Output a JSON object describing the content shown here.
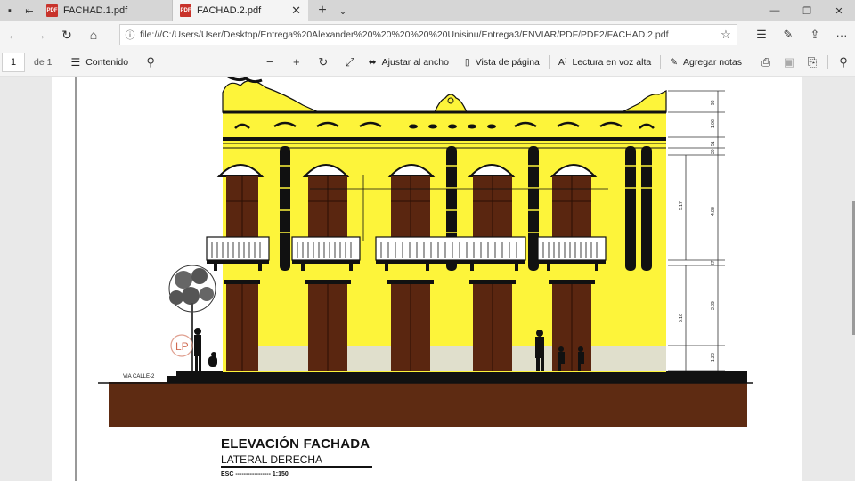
{
  "tabs": [
    {
      "title": "FACHAD.1.pdf",
      "active": false
    },
    {
      "title": "FACHAD.2.pdf",
      "active": true
    }
  ],
  "address": {
    "url": "file:///C:/Users/User/Desktop/Entrega%20Alexander%20%20%20%20%20Unisinu/Entrega3/ENVIAR/PDF/PDF2/FACHAD.2.pdf"
  },
  "pdf_toolbar": {
    "page_current": "1",
    "page_total": "de 1",
    "contents_label": "Contenido",
    "fit_width_label": "Ajustar al ancho",
    "page_view_label": "Vista de página",
    "read_aloud_label": "Lectura en voz alta",
    "add_notes_label": "Agregar notas"
  },
  "document": {
    "title": "ELEVACIÓN FACHADA",
    "subtitle": "LATERAL DERECHA",
    "scale": "ESC ----------------- 1:150",
    "street_label": "VIA CALLE-2",
    "logo": "LP",
    "dimensions_right": [
      "96",
      "1.06",
      "51",
      "30",
      "5.17",
      "4.88",
      "27",
      "5.10",
      "3.89",
      "1.23"
    ]
  },
  "colors": {
    "facade_yellow": "#fdf43a",
    "door_brown": "#5a2610",
    "ground_brown": "#5e2b12",
    "pdf_red": "#c8332b"
  }
}
